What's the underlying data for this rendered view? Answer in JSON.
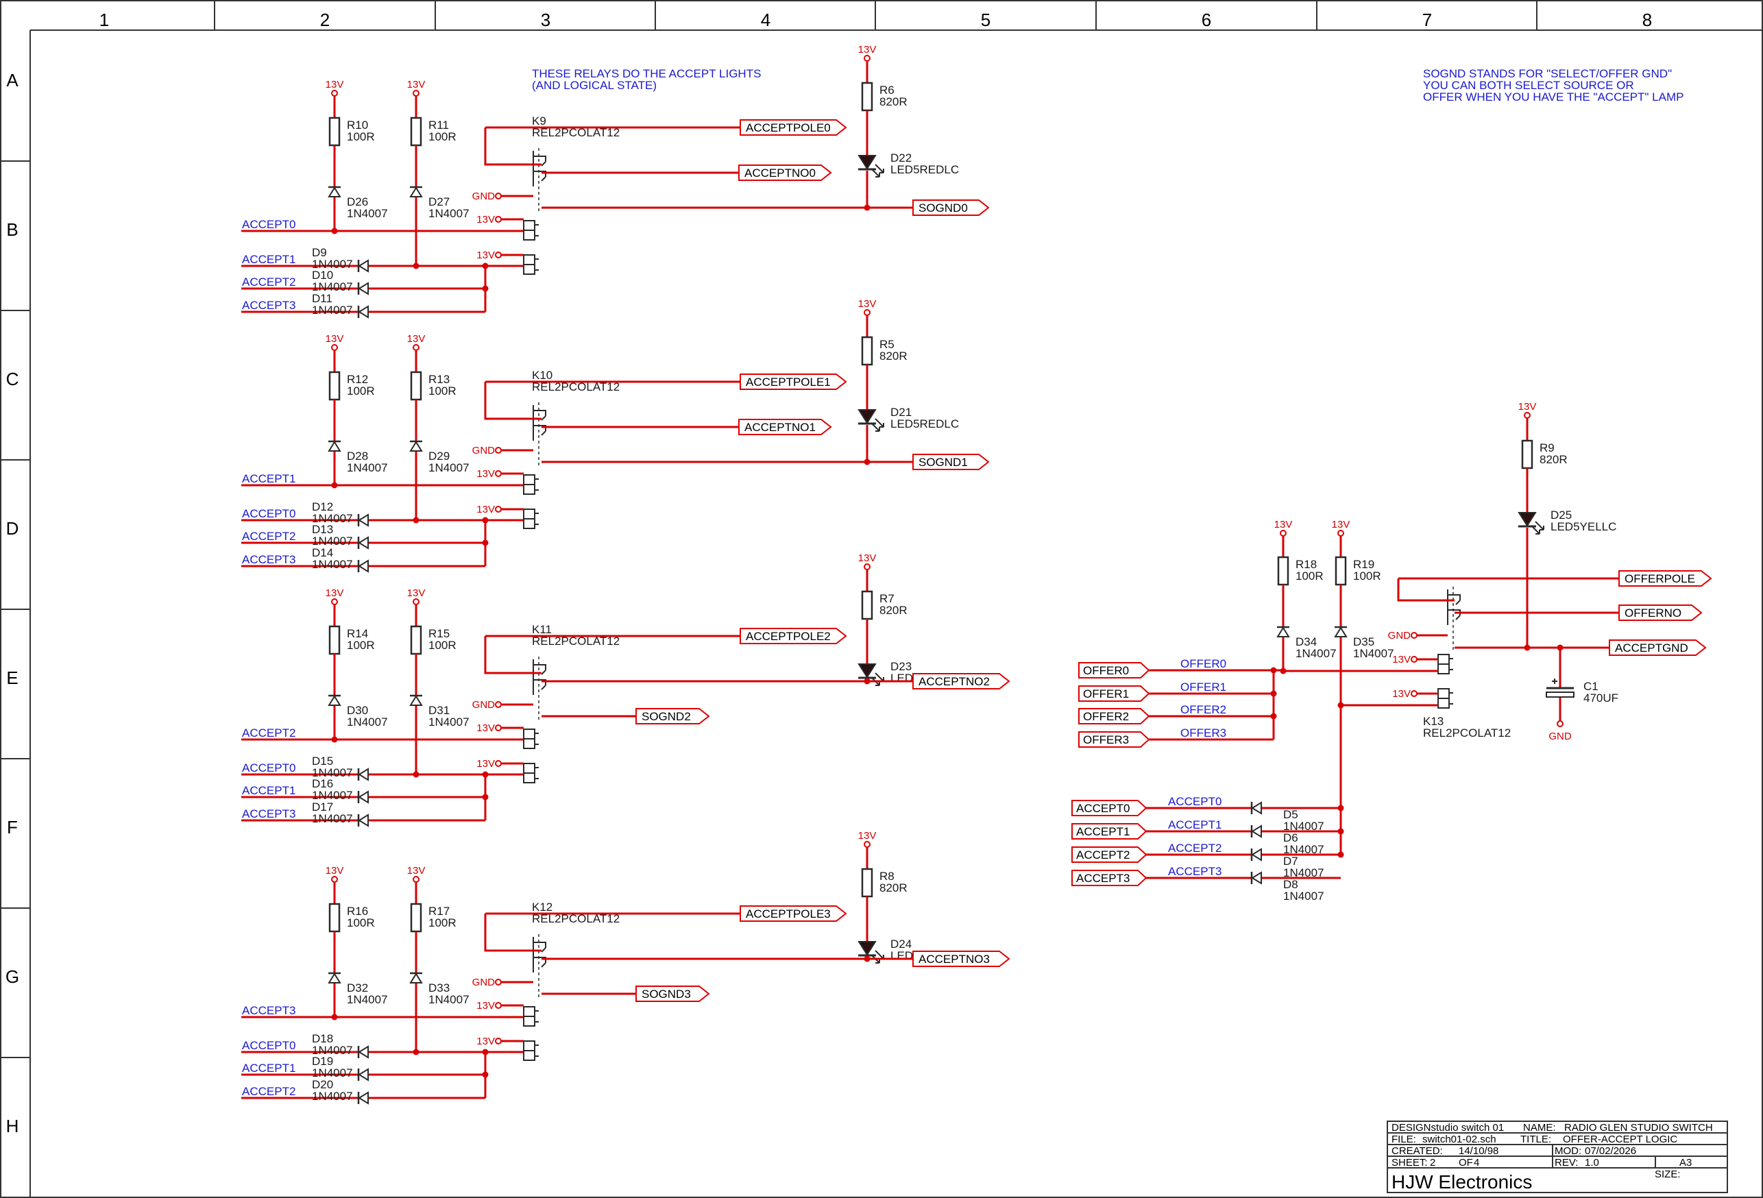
{
  "border": {
    "columns": [
      "1",
      "2",
      "3",
      "4",
      "5",
      "6",
      "7",
      "8"
    ],
    "rows": [
      "A",
      "B",
      "C",
      "D",
      "E",
      "F",
      "G",
      "H"
    ]
  },
  "notes": {
    "relays_line1": "THESE RELAYS DO THE ACCEPT LIGHTS",
    "relays_line2": "(AND LOGICAL STATE)",
    "sognd_line1": "SOGND STANDS FOR \"SELECT/OFFER GND\"",
    "sognd_line2": "YOU CAN BOTH SELECT SOURCE OR",
    "sognd_line3": "OFFER WHEN YOU HAVE THE \"ACCEPT\" LAMP"
  },
  "common": {
    "v13": "13V",
    "v13o": "13V",
    "gnd": "GND",
    "relay_part": "REL2PCOLAT12",
    "diode_part": "1N4007",
    "r100": "100R",
    "r820": "820R",
    "led_red": "LED5REDLC"
  },
  "blocks": [
    {
      "relay": "K9",
      "rA": "R10",
      "rB": "R11",
      "dA": "D26",
      "dB": "D27",
      "led": "D22",
      "rLed": "R6",
      "pole": "ACCEPTPOLE0",
      "no": "ACCEPTNO0",
      "sognd": "SOGND0",
      "in_main": "ACCEPT0",
      "dis": [
        "D9",
        "D10",
        "D11"
      ],
      "ins": [
        "ACCEPT1",
        "ACCEPT2",
        "ACCEPT3"
      ]
    },
    {
      "relay": "K10",
      "rA": "R12",
      "rB": "R13",
      "dA": "D28",
      "dB": "D29",
      "led": "D21",
      "rLed": "R5",
      "pole": "ACCEPTPOLE1",
      "no": "ACCEPTNO1",
      "sognd": "SOGND1",
      "in_main": "ACCEPT1",
      "dis": [
        "D12",
        "D13",
        "D14"
      ],
      "ins": [
        "ACCEPT0",
        "ACCEPT2",
        "ACCEPT3"
      ]
    },
    {
      "relay": "K11",
      "rA": "R14",
      "rB": "R15",
      "dA": "D30",
      "dB": "D31",
      "led": "D23",
      "rLed": "R7",
      "pole": "ACCEPTPOLE2",
      "no": "SOGND2",
      "sognd": "ACCEPTNO2",
      "in_main": "ACCEPT2",
      "dis": [
        "D15",
        "D16",
        "D17"
      ],
      "ins": [
        "ACCEPT0",
        "ACCEPT1",
        "ACCEPT3"
      ]
    },
    {
      "relay": "K12",
      "rA": "R16",
      "rB": "R17",
      "dA": "D32",
      "dB": "D33",
      "led": "D24",
      "rLed": "R8",
      "pole": "ACCEPTPOLE3",
      "no": "SOGND3",
      "sognd": "ACCEPTNO3",
      "in_main": "ACCEPT3",
      "dis": [
        "D18",
        "D19",
        "D20"
      ],
      "ins": [
        "ACCEPT0",
        "ACCEPT1",
        "ACCEPT2"
      ]
    }
  ],
  "offer": {
    "r9": "R9",
    "r18": "R18",
    "r19": "R19",
    "d25": "D25",
    "d25_part": "LED5YELLC",
    "d34": "D34",
    "d35": "D35",
    "k13": "K13",
    "c1": "C1",
    "c1_val": "470UF",
    "offerpole": "OFFERPOLE",
    "offerno": "OFFERNO",
    "acceptgnd": "ACCEPTGND",
    "offer_ports": [
      "OFFER0",
      "OFFER1",
      "OFFER2",
      "OFFER3"
    ],
    "accept_ports": [
      "ACCEPT0",
      "ACCEPT1",
      "ACCEPT2",
      "ACCEPT3"
    ],
    "accept_diodes": [
      "D5",
      "D6",
      "D7",
      "D8"
    ]
  },
  "title_block": {
    "design": "DESIGNstudio switch 01",
    "name_label": "NAME:",
    "name": "RADIO GLEN STUDIO SWITCH",
    "file_label": "FILE:",
    "file": "switch01-02.sch",
    "title_label": "TITLE:",
    "title": "OFFER-ACCEPT LOGIC",
    "created_label": "CREATED:",
    "created": "14/10/98",
    "mod_label": "MOD:",
    "mod": "07/02/2026",
    "sheet_label": "SHEET:",
    "sheet": "2",
    "of_label": "OF",
    "of": "4",
    "rev_label": "REV:",
    "rev": "1.0",
    "size_label": "SIZE:",
    "size": "A3",
    "company": "HJW Electronics"
  }
}
